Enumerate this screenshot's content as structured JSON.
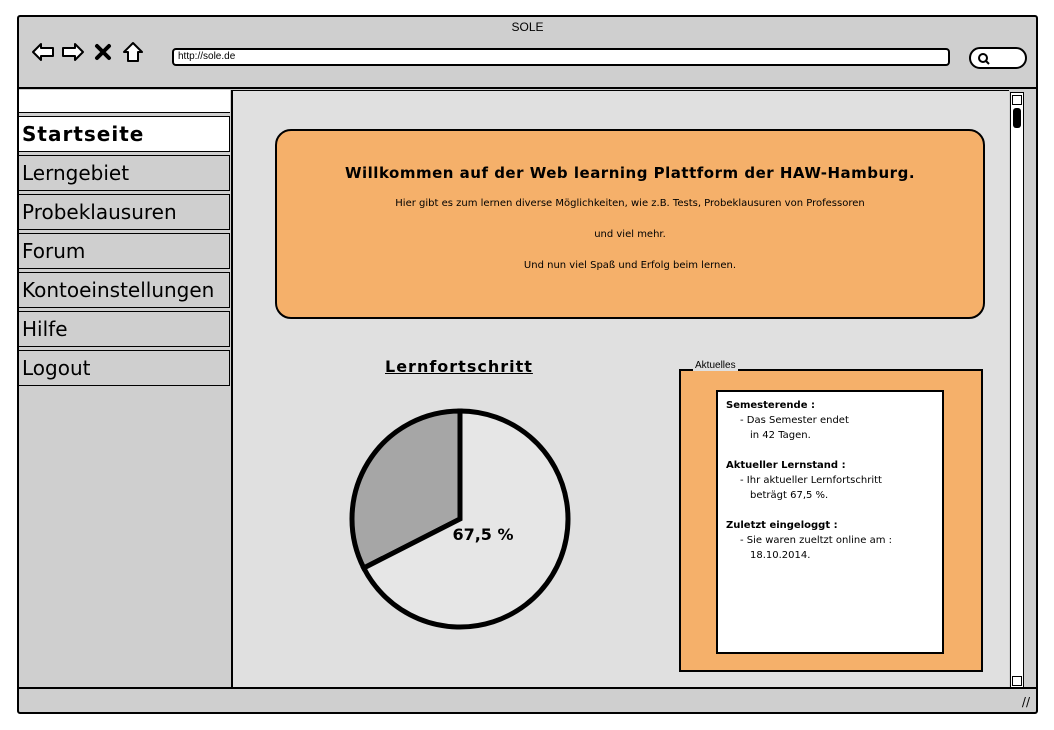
{
  "window": {
    "title": "SOLE"
  },
  "browser": {
    "url": "http://sole.de",
    "icons": [
      "back-arrow-icon",
      "forward-arrow-icon",
      "stop-x-icon",
      "home-icon",
      "search-icon"
    ]
  },
  "sidebar": {
    "items": [
      {
        "label": "Startseite",
        "active": true
      },
      {
        "label": "Lerngebiet",
        "active": false
      },
      {
        "label": "Probeklausuren",
        "active": false
      },
      {
        "label": "Forum",
        "active": false
      },
      {
        "label": "Kontoeinstellungen",
        "active": false
      },
      {
        "label": "Hilfe",
        "active": false
      },
      {
        "label": "Logout",
        "active": false
      }
    ]
  },
  "welcome": {
    "title": "Willkommen auf der Web learning Plattform der HAW-Hamburg.",
    "line1": "Hier gibt es zum lernen diverse Möglichkeiten, wie z.B. Tests, Probeklausuren von Professoren",
    "line2": "und viel mehr.",
    "line3": "Und nun viel Spaß und Erfolg beim lernen."
  },
  "chart_data": {
    "type": "pie",
    "title": "Lernfortschritt",
    "values": [
      67.5,
      32.5
    ],
    "label": "67,5 %",
    "colors": [
      "#e6e6e6",
      "#a6a6a6"
    ]
  },
  "news": {
    "legend": "Aktuelles",
    "sections": [
      {
        "heading": "Semesterende :",
        "lines": [
          "- Das Semester endet",
          "in 42 Tagen."
        ]
      },
      {
        "heading": "Aktueller Lernstand :",
        "lines": [
          "- Ihr aktueller Lernfortschritt",
          "beträgt 67,5 %."
        ]
      },
      {
        "heading": "Zuletzt eingeloggt :",
        "lines": [
          "- Sie waren zueltzt online am :",
          "18.10.2014."
        ]
      }
    ]
  },
  "colors": {
    "accent": "#f5b06a",
    "chrome": "#cfcfcf",
    "content": "#e0e0e0"
  }
}
